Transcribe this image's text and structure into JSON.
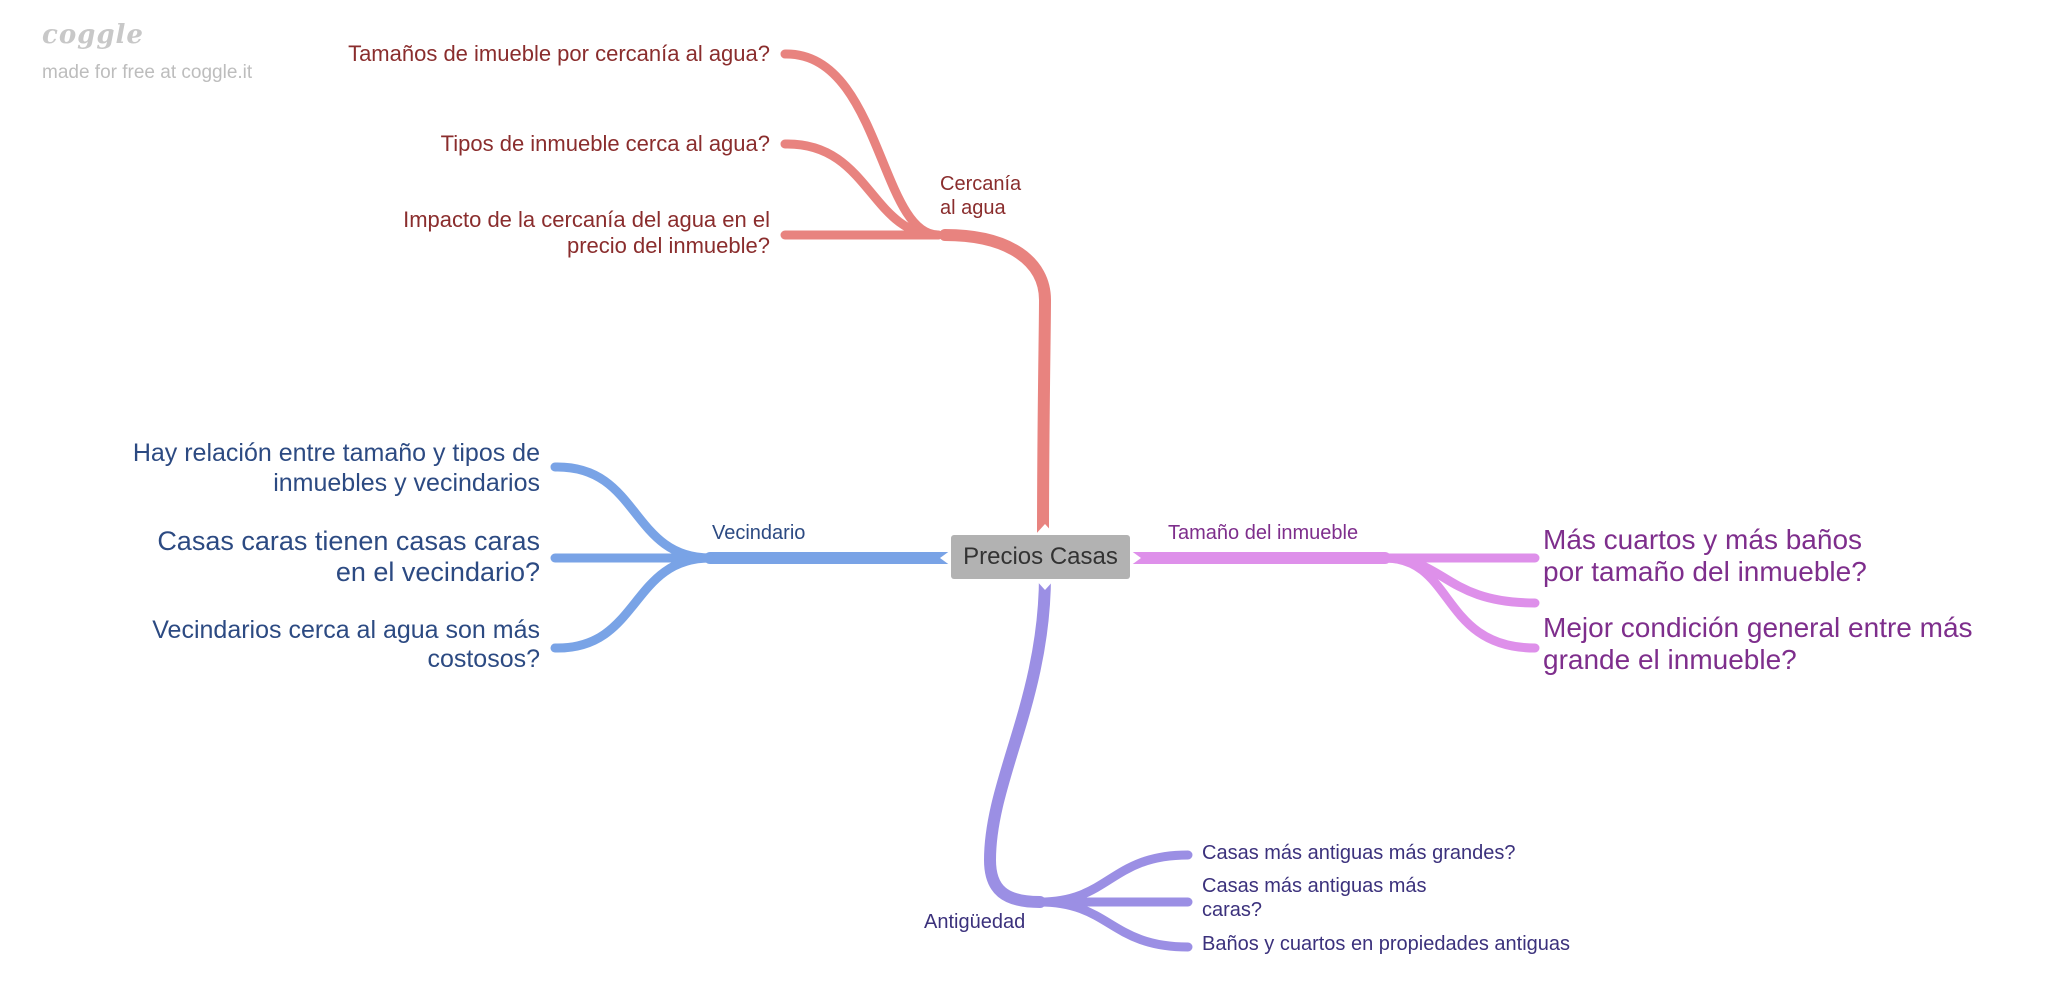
{
  "brand": {
    "logo": "coggle",
    "tagline": "made for free at coggle.it"
  },
  "root": {
    "label": "Precios Casas",
    "color": "#b2b2b2"
  },
  "branches": {
    "cercania": {
      "label_line1": "Cercanía",
      "label_line2": "al agua",
      "color": "#e8837f",
      "text_color": "#8a2d2d",
      "items": [
        {
          "lines": [
            "Tamaños de imueble por cercanía al agua?"
          ]
        },
        {
          "lines": [
            "Tipos de inmueble cerca al agua?"
          ]
        },
        {
          "lines": [
            "Impacto de la cercanía del agua en el",
            "precio del inmueble?"
          ]
        }
      ]
    },
    "vecindario": {
      "label": "Vecindario",
      "color": "#79a3e6",
      "text_color": "#2c4a82",
      "items": [
        {
          "lines": [
            "Hay relación entre tamaño y tipos de",
            "inmuebles y vecindarios"
          ]
        },
        {
          "lines": [
            "Casas caras tienen casas caras",
            "en el vecindario?"
          ]
        },
        {
          "lines": [
            "Vecindarios cerca al agua son más",
            "costosos?"
          ]
        }
      ]
    },
    "tamano": {
      "label": "Tamaño del inmueble",
      "color": "#de90ea",
      "text_color": "#7e2e8c",
      "items": [
        {
          "lines": [
            "Más cuartos y más baños",
            "por tamaño del inmueble?"
          ]
        },
        {
          "lines": [
            "Mejor condición general entre más",
            "grande el inmueble?"
          ]
        }
      ]
    },
    "antiguedad": {
      "label": "Antigüedad",
      "color": "#9b8fe4",
      "text_color": "#3b317c",
      "items": [
        {
          "lines": [
            "Casas más antiguas más grandes?"
          ]
        },
        {
          "lines": [
            "Casas más antiguas más",
            "caras?"
          ]
        },
        {
          "lines": [
            "Baños y cuartos en propiedades antiguas"
          ]
        }
      ]
    }
  }
}
